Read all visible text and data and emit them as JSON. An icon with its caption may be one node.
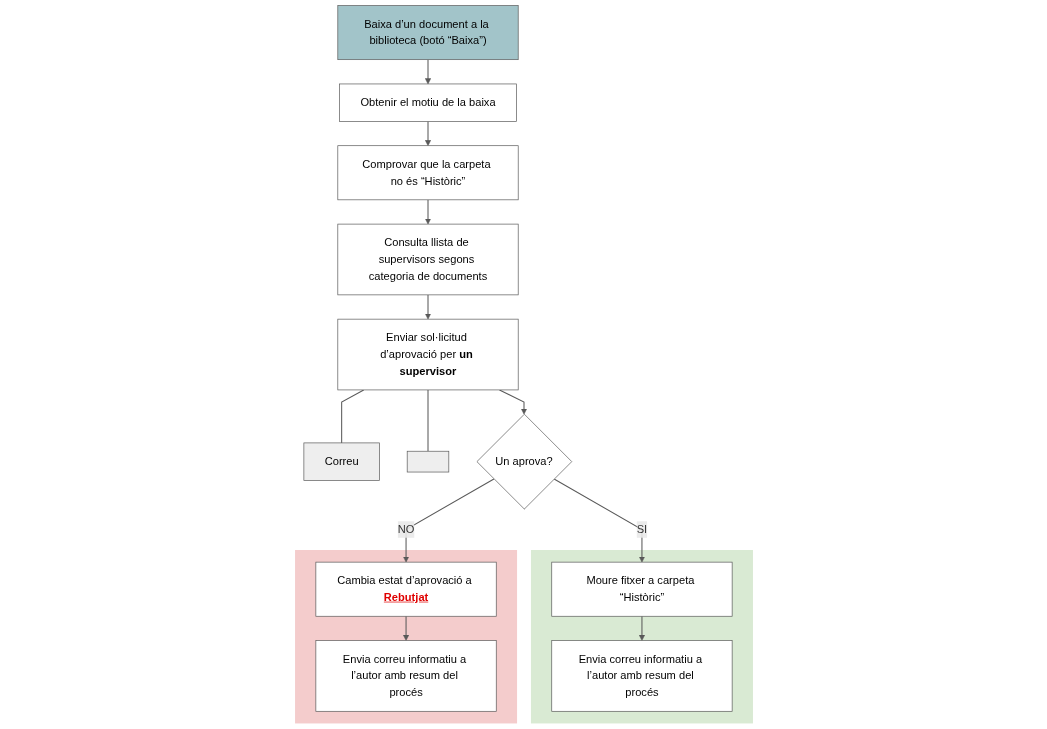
{
  "diagram": {
    "nodes": [
      {
        "text": [
          "Baixa d’un document a la biblioteca (botó “Baixa”)"
        ]
      },
      {
        "text": [
          "Obtenir el motiu de la baixa"
        ]
      },
      {
        "text": [
          "Comprovar que la carpeta no és “Històric”"
        ]
      },
      {
        "text": [
          "Consulta llista de supervisors segons categoria de documents"
        ]
      },
      {
        "text": [
          "Enviar sol·licitud d’aprovació per **un supervisor**"
        ]
      },
      {
        "text": [
          "Correu"
        ]
      },
      {
        "text": [],
        "shape": "box"
      },
      {
        "text": [
          "Un aprova?"
        ]
      },
      {
        "text": [],
        "shape": "box"
      },
      {
        "text": [
          "Moure fitxer a carpeta “Històric”"
        ],
        "in": 8
      },
      {
        "text": [
          "Envia correu informatiu a l’autor amb resum del procés"
        ],
        "in": 8
      },
      {
        "text": [],
        "shape": "box"
      },
      {
        "text": [
          "Cambia estat d’aprovació a **Rebutjat**"
        ],
        "in": 11
      },
      {
        "text": [
          "Envia correu informatiu a l’autor amb resum del procés"
        ],
        "in": 11
      }
    ],
    "edges": [
      {
        "from": 0,
        "to": 1,
        "arrow": "to"
      },
      {
        "from": 1,
        "to": 2,
        "arrow": "to"
      },
      {
        "from": 2,
        "to": 3,
        "arrow": "to"
      },
      {
        "from": 3,
        "to": 4,
        "arrow": "to"
      },
      {
        "from": 4,
        "to": 5,
        "arrow": "none"
      },
      {
        "from": 4,
        "to": 6,
        "arrow": "none"
      },
      {
        "from": 4,
        "to": 7,
        "arrow": "to"
      },
      {
        "from": 7,
        "to": 9,
        "arrow": "to",
        "label": "SI"
      },
      {
        "from": 9,
        "to": 10,
        "arrow": "to"
      },
      {
        "from": 7,
        "to": 12,
        "arrow": "to",
        "label": "NO"
      },
      {
        "from": 12,
        "to": 13,
        "arrow": "to"
      }
    ]
  }
}
